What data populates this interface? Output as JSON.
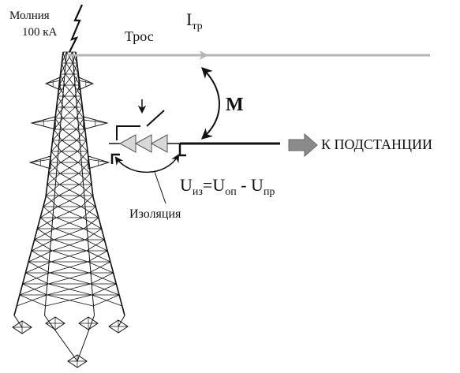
{
  "labels": {
    "lightning_line1": "Молния",
    "lightning_line2": "100 кА",
    "cable": "Трос",
    "current_symbol": "I",
    "current_sub": "тр",
    "mutual": "М",
    "to_substation": "К ПОДСТАНЦИИ",
    "insulation": "Изоляция",
    "eq_u1": "U",
    "eq_u1_sub": "из",
    "eq_mid": "=U",
    "eq_u2_sub": "оп",
    "eq_minus": " - U",
    "eq_u3_sub": "пр"
  },
  "colors": {
    "line": "#111111",
    "cable": "#b5b5b5",
    "arrow_fill": "#8a8a8a",
    "insulator_fill": "#d8d8d8"
  },
  "icons": {
    "lightning": "lightning-bolt-icon",
    "substation_arrow": "block-arrow-right-icon",
    "insulators": "triangle-insulator-icon"
  }
}
